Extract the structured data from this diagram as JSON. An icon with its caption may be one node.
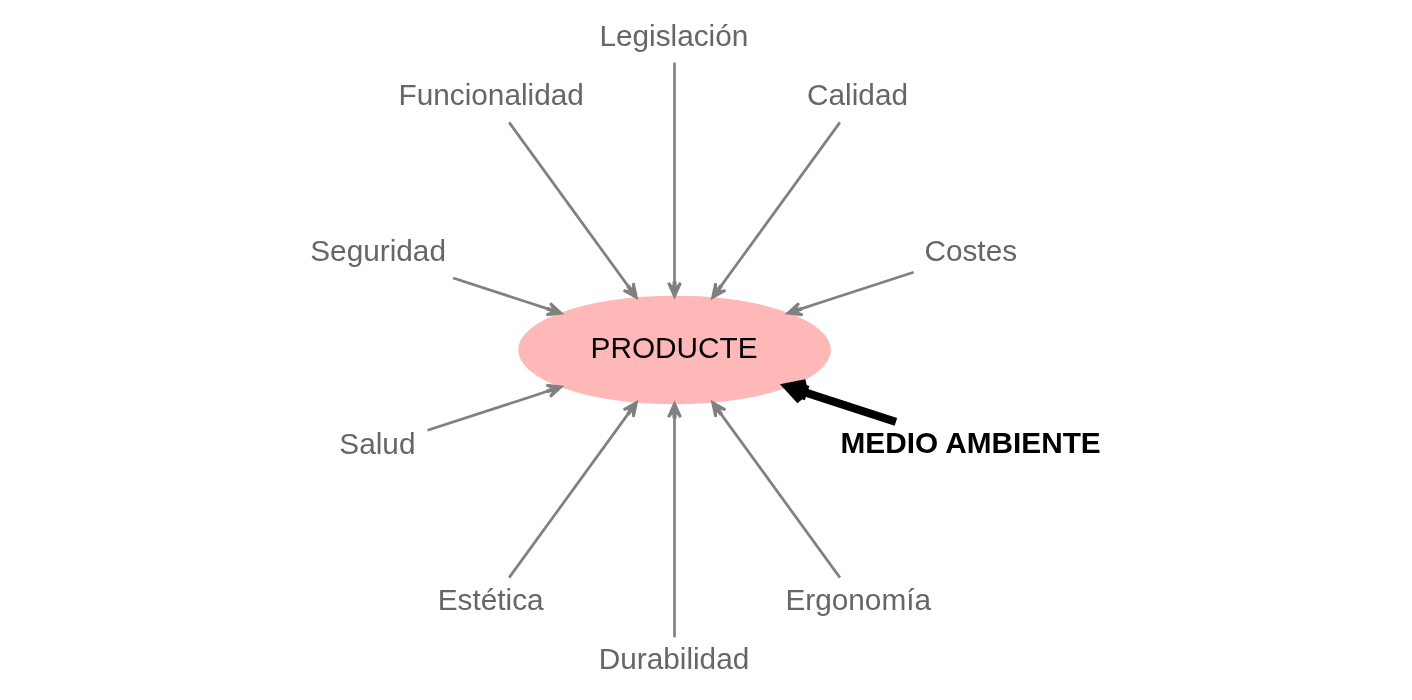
{
  "diagram": {
    "nodes": [
      {
        "text": [
          "PRODUCTE"
        ]
      },
      {
        "text": [
          "Costes"
        ]
      },
      {
        "text": [
          "Calidad"
        ]
      },
      {
        "text": [
          "Legislación"
        ]
      },
      {
        "text": [
          "Funcionalidad"
        ]
      },
      {
        "text": [
          "Seguridad"
        ]
      },
      {
        "text": [
          "Salud"
        ]
      },
      {
        "text": [
          "Estética"
        ]
      },
      {
        "text": [
          "Durabilidad"
        ]
      },
      {
        "text": [
          "Ergonomía"
        ]
      },
      {
        "text": [
          "MEDIO AMBIENTE"
        ]
      }
    ],
    "edges": [
      {
        "from": 1,
        "to": 0,
        "arrow": "to"
      },
      {
        "from": 2,
        "to": 0,
        "arrow": "to"
      },
      {
        "from": 3,
        "to": 0,
        "arrow": "to"
      },
      {
        "from": 4,
        "to": 0,
        "arrow": "to"
      },
      {
        "from": 5,
        "to": 0,
        "arrow": "to"
      },
      {
        "from": 6,
        "to": 0,
        "arrow": "to"
      },
      {
        "from": 7,
        "to": 0,
        "arrow": "to"
      },
      {
        "from": 8,
        "to": 0,
        "arrow": "to"
      },
      {
        "from": 9,
        "to": 0,
        "arrow": "to"
      },
      {
        "from": 10,
        "to": 0,
        "arrow": "to",
        "style": "thick",
        "color": "#000000"
      }
    ]
  }
}
